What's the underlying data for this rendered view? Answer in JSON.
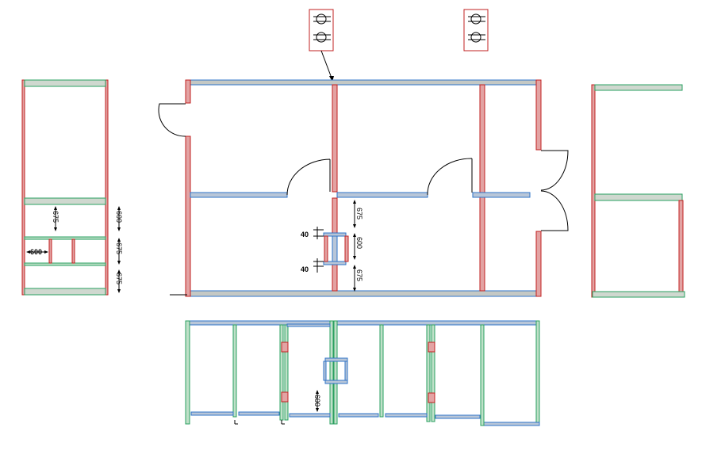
{
  "dimensions": {
    "left_elevation_a": "675",
    "left_elevation_b": "600",
    "left_elevation_c": "675",
    "left_elevation_d": "675",
    "left_horizontal": "600",
    "center_a": "675",
    "center_b": "600",
    "center_c": "675",
    "center_offset_top": "40",
    "center_offset_bottom": "40",
    "bottom_plan": "600"
  },
  "colors": {
    "red_outline": "#c02020",
    "blue_outline": "#2f74c8",
    "green_outline": "#2aa060"
  },
  "icons": [
    "electrical-socket-icon",
    "electrical-socket-icon"
  ]
}
